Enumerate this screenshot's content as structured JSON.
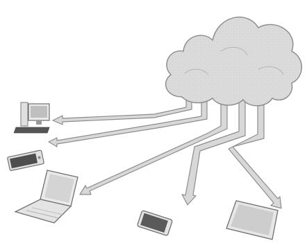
{
  "diagram": {
    "palette": {
      "background": "#ffffff",
      "cloud_fill": "#dcdcdc",
      "cloud_outline": "#8a8a8a",
      "arrow_fill": "#d8d8d8",
      "arrow_outline": "#8c8c8c",
      "device_frame": "#6f6f6f",
      "device_screen": "#4a4a4a",
      "device_body": "#e6e6e6"
    },
    "nodes": [
      {
        "id": "cloud",
        "icon": "cloud-icon"
      },
      {
        "id": "desktop",
        "icon": "desktop-computer-icon"
      },
      {
        "id": "phone",
        "icon": "mobile-phone-icon"
      },
      {
        "id": "laptop",
        "icon": "laptop-icon"
      },
      {
        "id": "smartphone",
        "icon": "smartphone-icon"
      },
      {
        "id": "tablet",
        "icon": "tablet-icon"
      }
    ],
    "connections": [
      {
        "from": "cloud",
        "to": "desktop"
      },
      {
        "from": "cloud",
        "to": "phone"
      },
      {
        "from": "cloud",
        "to": "laptop"
      },
      {
        "from": "cloud",
        "to": "smartphone"
      },
      {
        "from": "cloud",
        "to": "tablet"
      }
    ]
  }
}
